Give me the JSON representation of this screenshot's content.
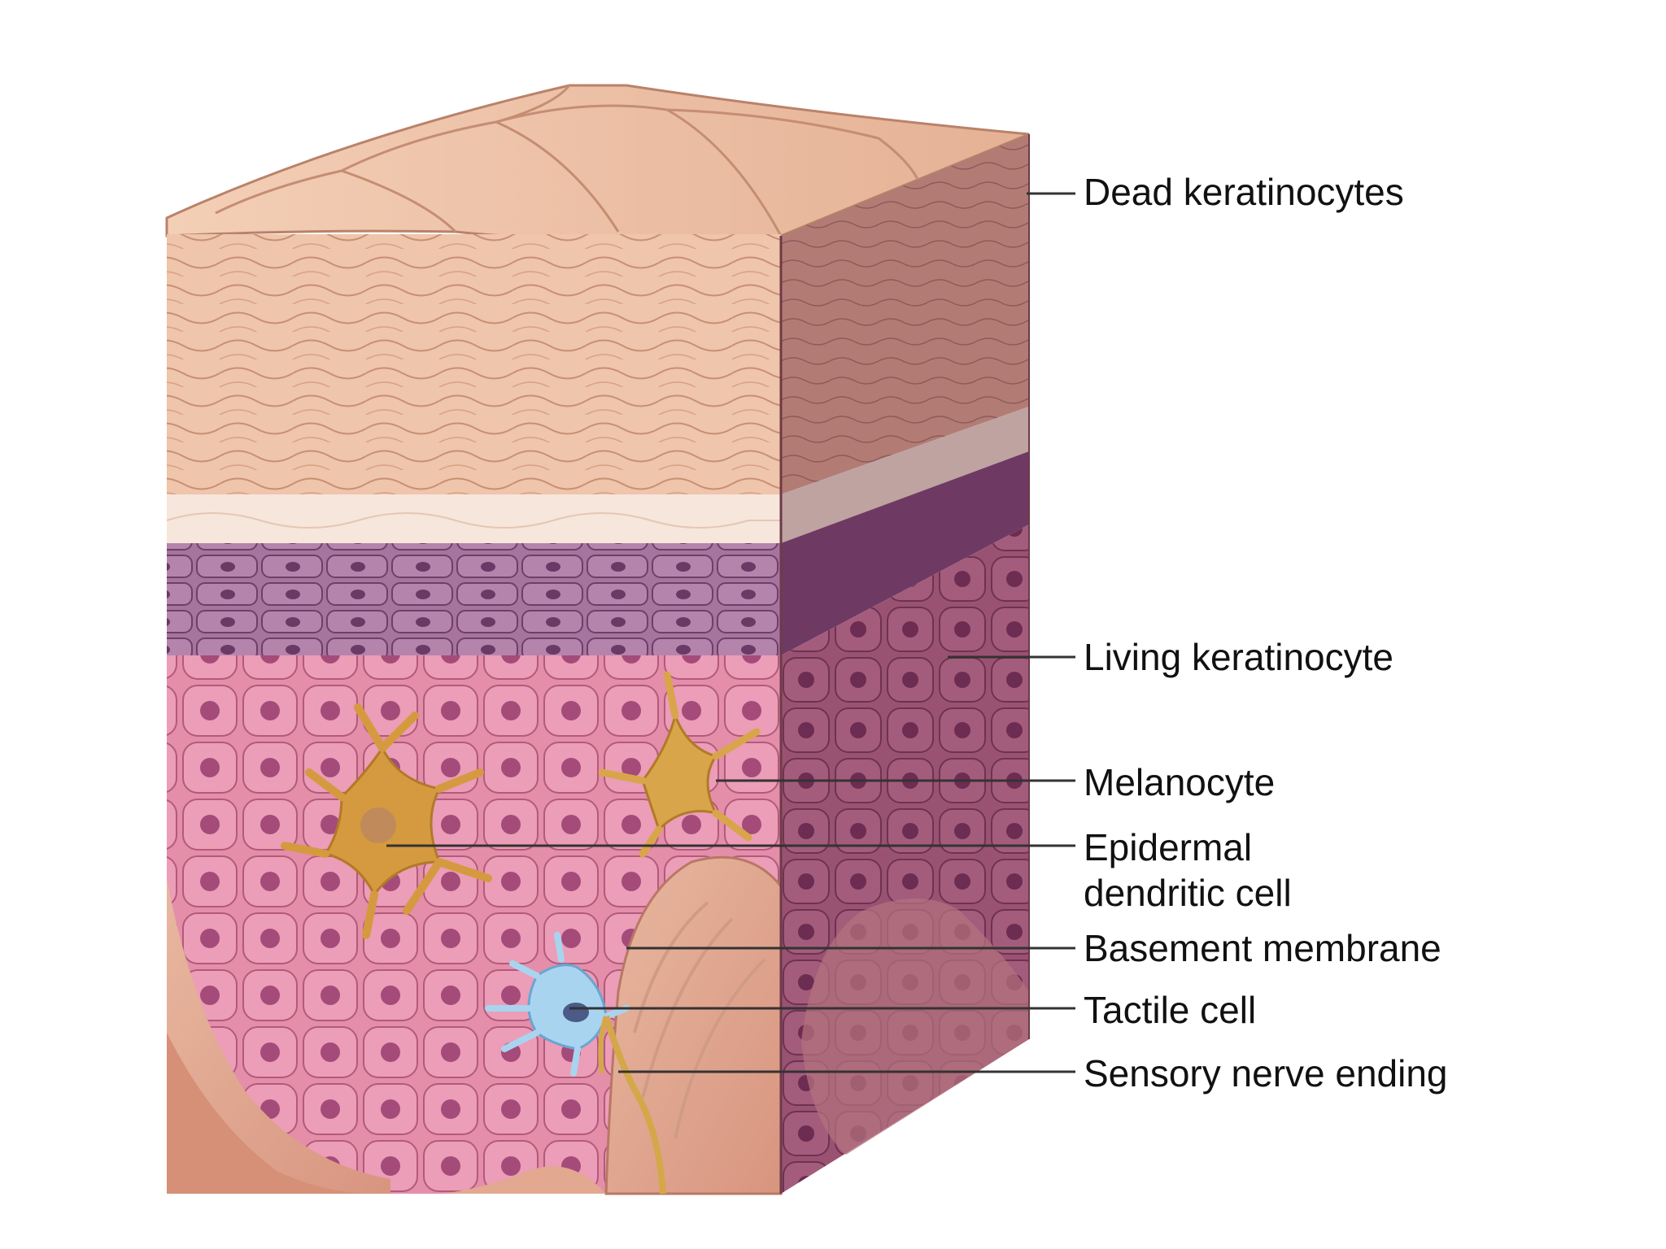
{
  "labels": {
    "dead_keratinocytes": "Dead keratinocytes",
    "living_keratinocyte": "Living keratinocyte",
    "melanocyte": "Melanocyte",
    "epidermal_dendritic_cell_line1": "Epidermal",
    "epidermal_dendritic_cell_line2": "dendritic cell",
    "basement_membrane": "Basement membrane",
    "tactile_cell": "Tactile cell",
    "sensory_nerve_ending": "Sensory nerve ending"
  },
  "colors": {
    "stratum_corneum_top": "#f2cbb2",
    "stratum_corneum_mid": "#e8b79d",
    "stratum_lucidum": "#f7e6dc",
    "stratum_granulosum": "#9c6a97",
    "stratum_spinosum": "#dc7ea0",
    "cell_nucleus": "#9c3e6c",
    "side_face_dark": "#8a4766",
    "dermis": "#e7b29a",
    "melanocyte": "#d79a3a",
    "dendritic_cell": "#d59a3f",
    "tactile_cell": "#a9d4f0",
    "nerve": "#d4a84a"
  }
}
